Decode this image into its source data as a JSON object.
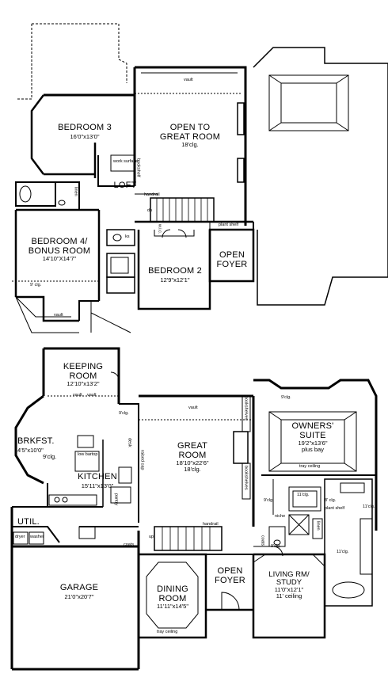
{
  "upper_floor": {
    "rooms": {
      "bedroom3": {
        "name": "BEDROOM 3",
        "dim": "16'0\"x13'0\""
      },
      "open_great": {
        "name1": "OPEN TO",
        "name2": "GREAT ROOM",
        "sub": "18'clg."
      },
      "loft": {
        "name": "LOFT"
      },
      "bedroom4": {
        "name1": "BEDROOM 4/",
        "name2": "BONUS ROOM",
        "dim": "14'10\"X14'7\""
      },
      "bedroom2": {
        "name": "BEDROOM 2",
        "dim": "12'9\"x12'1\""
      },
      "open_foyer": {
        "name1": "OPEN",
        "name2": "FOYER"
      }
    },
    "notes": {
      "vault": "vault",
      "work_surface": "work surface",
      "bookshelf": "bookshelf",
      "handrail": "handrail",
      "dn": "dn",
      "plant_shelf": "plant shelf",
      "ceiling_9": "9' clg.",
      "linen": "linen",
      "ks": "ks",
      "wic": "w.i.c."
    }
  },
  "main_floor": {
    "rooms": {
      "keeping": {
        "name1": "KEEPING",
        "name2": "ROOM",
        "dim": "12'10\"x13'2\""
      },
      "brkfst": {
        "name": "BRKFST.",
        "dim": "4'5\"x10'0\"",
        "sub": "9'clg."
      },
      "kitchen": {
        "name": "KITCHEN",
        "dim": "15'11\"x13'0\""
      },
      "great": {
        "name1": "GREAT",
        "name2": "ROOM",
        "dim": "18'10\"x22'6\"",
        "sub": "18'clg."
      },
      "owners": {
        "name1": "OWNERS'",
        "name2": "SUITE",
        "dim": "19'2\"x13'6\"",
        "sub": "plus bay"
      },
      "util": {
        "name": "UTIL."
      },
      "garage": {
        "name": "GARAGE",
        "dim": "21'0\"x20'7\""
      },
      "dining": {
        "name1": "DINING",
        "name2": "ROOM",
        "dim": "11'11\"x14'5\""
      },
      "open_foyer": {
        "name1": "OPEN",
        "name2": "FOYER"
      },
      "study": {
        "name1": "LIVING RM/",
        "name2": "STUDY",
        "dim": "11'0\"x12'1\"",
        "sub": "11' ceiling"
      }
    },
    "notes": {
      "vault": "vault",
      "clg_9": "9'clg.",
      "clg_11": "11'clg.",
      "clg_8": "8' clg.",
      "low_bartop": "low bartop",
      "desk": "desk",
      "raised_cap": "raised cap",
      "pantry": "pantry",
      "bookshelves": "bookshelves",
      "tray_ceiling": "tray ceiling",
      "handrail": "handrail",
      "niche": "niche",
      "coats": "coats",
      "plant_shelf": "plant shelf",
      "linen": "linen",
      "up": "up",
      "dryer": "dryer",
      "washer": "washer"
    }
  }
}
